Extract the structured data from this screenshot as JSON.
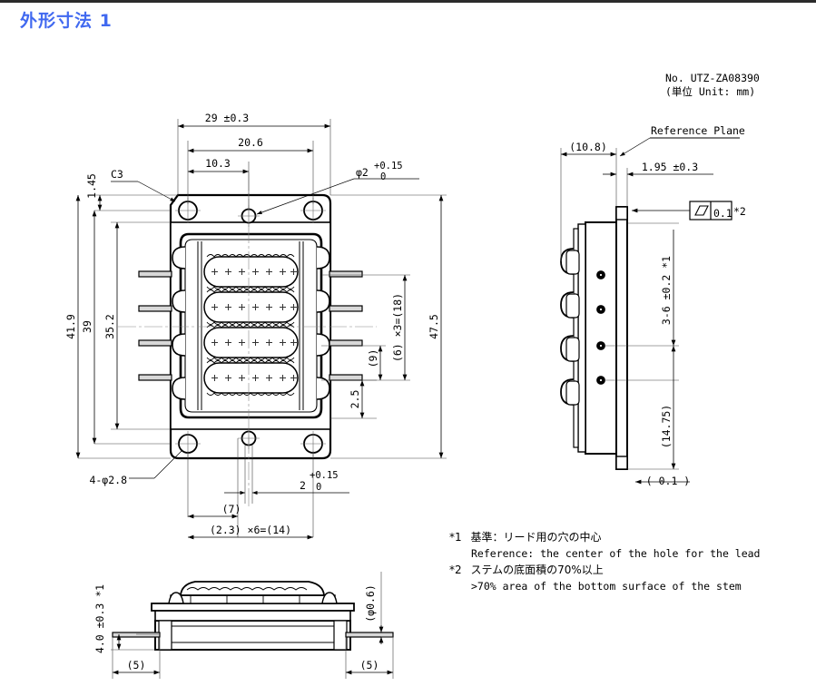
{
  "page": {
    "heading": "外形寸法 1",
    "heading_color": "#4169f0",
    "part_no": "No. UTZ-ZA08390",
    "unit_note": "(単位 Unit: mm)"
  },
  "front_view": {
    "top_dims": [
      {
        "name": "overall-width",
        "label": "29 ±0.3"
      },
      {
        "name": "hole-span-outer",
        "label": "20.6"
      },
      {
        "name": "hole-span-inner",
        "label": "10.3"
      }
    ],
    "center_hole_callout": {
      "dia": "φ2",
      "tol_upper": "+0.15",
      "tol_lower": "0"
    },
    "chamfer_callout": "C3",
    "left_dims": [
      {
        "name": "edge-to-hole",
        "label": "1.45"
      },
      {
        "name": "overall-height",
        "label": "41.9"
      },
      {
        "name": "hole-pitch-vertical",
        "label": "39"
      },
      {
        "name": "body-height",
        "label": "35.2"
      }
    ],
    "right_dims": [
      {
        "name": "total-depth",
        "label": "47.5"
      },
      {
        "name": "emitter-pitch-total",
        "label": "(6) ×3=(18)"
      },
      {
        "name": "emitter-pitch-single",
        "label": "(9)"
      },
      {
        "name": "lead-offset",
        "label": "2.5"
      }
    ],
    "bottom_dims": [
      {
        "name": "mounting-hole-callout",
        "label": "4-φ2.8"
      },
      {
        "name": "lead-group-offset",
        "label": "(7)"
      },
      {
        "name": "lead-pitch-total",
        "label": "(2.3) ×6=(14)"
      }
    ],
    "bottom_hole_callout": {
      "dia": "2",
      "tol_upper": "+0.15",
      "tol_lower": "0"
    }
  },
  "side_view": {
    "reference_plane_label": "Reference Plane",
    "dims": [
      {
        "name": "flange-offset",
        "label": "(10.8)"
      },
      {
        "name": "flange-thickness",
        "label": "1.95 ±0.3"
      },
      {
        "name": "lead-hole-pitch",
        "label": "3-6 ±0.2 *1"
      },
      {
        "name": "lead-hole-to-base",
        "label": "(14.75)"
      },
      {
        "name": "base-step",
        "label": "( 0.1 )"
      }
    ],
    "gdt": {
      "symbol": "flatness",
      "value": "0.1",
      "footnote_ref": "*2"
    }
  },
  "bottom_view": {
    "dims": [
      {
        "name": "package-thickness",
        "label": "4.0 ±0.3 *1"
      },
      {
        "name": "lead-dia",
        "label": "(φ0.6)"
      },
      {
        "name": "lead-length-left",
        "label": "(5)"
      },
      {
        "name": "lead-length-right",
        "label": "(5)"
      }
    ]
  },
  "footnotes": [
    {
      "mark": "*1",
      "jp": "基準：リード用の穴の中心",
      "en": "Reference: the center of the hole for the lead"
    },
    {
      "mark": "*2",
      "jp": "ステムの底面積の70%以上",
      "en": ">70% area of the bottom surface of the stem"
    }
  ],
  "colors": {
    "heading": "#4169f0",
    "line": "#000000",
    "thin_line": "#5a5a5a",
    "background": "#ffffff"
  }
}
